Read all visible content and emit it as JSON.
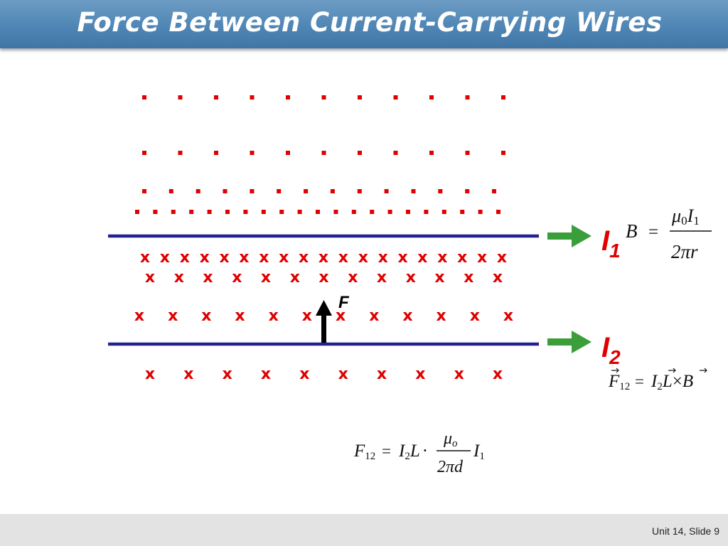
{
  "slide": {
    "title": "Force Between Current-Carrying Wires",
    "footer": "Unit 14, Slide 9"
  },
  "colors": {
    "field_marks": "#e00000",
    "wire": "#23238e",
    "arrow": "#3a9e3a",
    "current_label": "#e00000",
    "force_arrow": "#000000"
  },
  "diagram": {
    "out_of_page_symbol": "·",
    "into_page_symbol": "x",
    "out_of_page_rows": [
      {
        "count": 11
      },
      {
        "count": 11
      },
      {
        "count": 14
      },
      {
        "count": 21
      }
    ],
    "into_page_rows": [
      {
        "count": 19
      },
      {
        "count": 13
      },
      {
        "count": 12
      },
      {
        "count": 10
      }
    ],
    "wire1": {
      "current": {
        "symbol": "I",
        "subscript": "1"
      }
    },
    "wire2": {
      "current": {
        "symbol": "I",
        "subscript": "2"
      }
    },
    "force_label": "F"
  },
  "equations": {
    "field": {
      "lhs": "B",
      "eq": "=",
      "num_mu": "μ",
      "num_mu_sub": "0",
      "num_I": "I",
      "num_I_sub": "1",
      "den": "2πr"
    },
    "force_vector": {
      "F": "F",
      "F_sub": "12",
      "eq": "=",
      "I": "I",
      "I_sub": "2",
      "L": "L",
      "cross": "×",
      "B": "B"
    },
    "force_magnitude": {
      "F": "F",
      "F_sub": "12",
      "eq": "=",
      "I": "I",
      "I_sub": "2",
      "L": "L",
      "dot": "·",
      "num_mu": "μ",
      "num_mu_sub": "o",
      "den": "2πd",
      "I1": "I",
      "I1_sub": "1"
    }
  }
}
